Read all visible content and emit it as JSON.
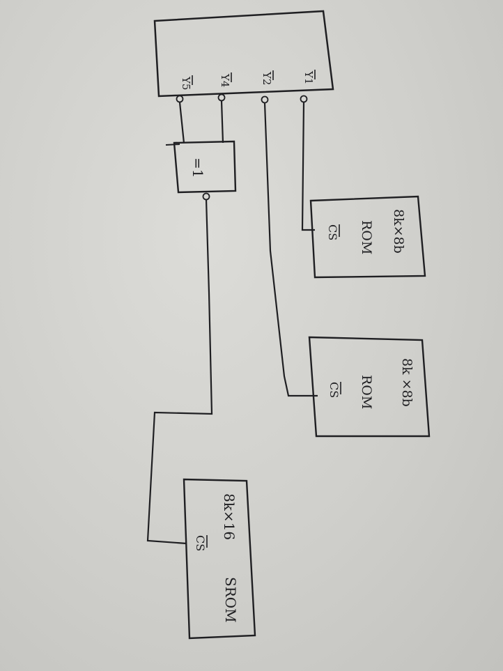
{
  "decoder": {
    "outputs": [
      {
        "label": "Y1",
        "overbar": true
      },
      {
        "label": "Y2",
        "overbar": true
      },
      {
        "label": "Y4",
        "overbar": true
      },
      {
        "label": "Y5",
        "overbar": true
      }
    ]
  },
  "gate": {
    "label": "=1"
  },
  "chips": [
    {
      "line1": "8k×8b",
      "line2": "ROM",
      "cs": "CS"
    },
    {
      "line1": "8k ×8b",
      "line2": "ROM",
      "cs": "CS"
    },
    {
      "line1": "8k×16",
      "line2": "SROM",
      "cs": "CS"
    }
  ]
}
